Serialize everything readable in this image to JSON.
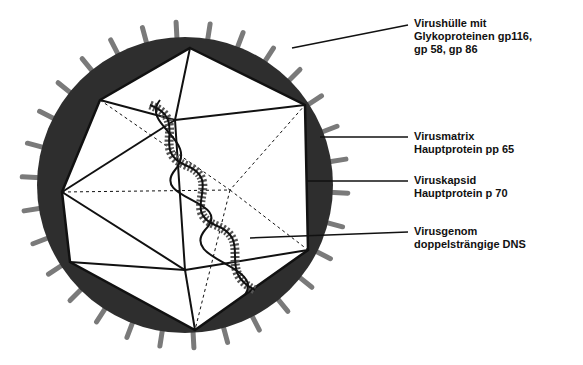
{
  "diagram": {
    "labels": [
      "Virushülle mit Glykoproteinen gp116, gp 58, gp 86",
      "Virusmatrix Hauptprotein pp 65",
      "Viruskapsid Hauptprotein p 70",
      "Virusgenom doppelsträngige DNS"
    ]
  }
}
